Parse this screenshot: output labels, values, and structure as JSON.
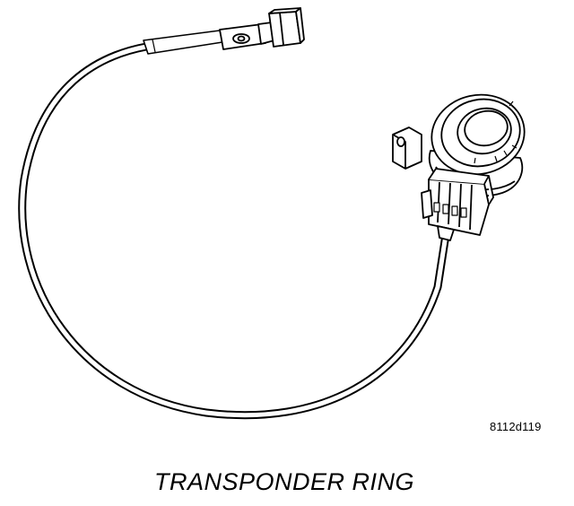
{
  "diagram": {
    "reference_code": "8112d119",
    "caption": "TRANSPONDER RING"
  },
  "colors": {
    "ink": "#000000",
    "paper": "#ffffff"
  },
  "parts": [
    {
      "name": "connector-plug-icon"
    },
    {
      "name": "wire-harness"
    },
    {
      "name": "transponder-ring-icon"
    },
    {
      "name": "ring-mounting-tab"
    },
    {
      "name": "ring-connector-block"
    }
  ]
}
